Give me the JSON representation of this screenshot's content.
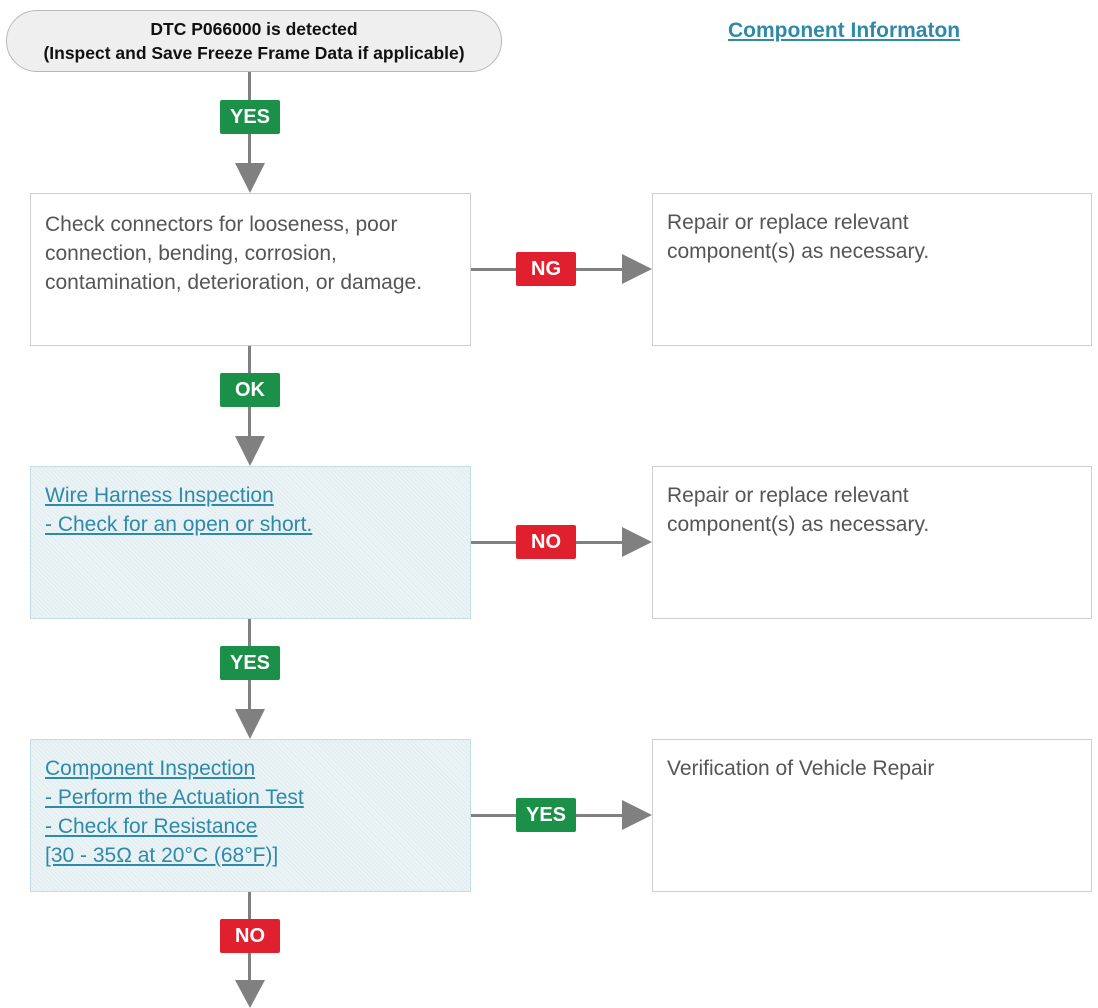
{
  "start": {
    "line1": "DTC P066000 is detected",
    "line2": "(Inspect and Save Freeze Frame Data if applicable)"
  },
  "component_info_link": "Component Informaton",
  "steps": {
    "step1": {
      "lines": [
        "Check connectors for looseness, poor",
        "connection, bending, corrosion,",
        "contamination, deterioration, or damage."
      ]
    },
    "step2": {
      "lines": [
        "Wire Harness Inspection ",
        "- Check for an open or short."
      ]
    },
    "step3": {
      "lines": [
        "Component Inspection",
        "- Perform the Actuation Test",
        "- Check for Resistance",
        "[30 - 35Ω at 20°C (68°F)]"
      ]
    }
  },
  "results": {
    "result1": {
      "lines": [
        "Repair or replace relevant",
        "component(s) as necessary."
      ]
    },
    "result2": {
      "lines": [
        "Repair or replace relevant",
        "component(s) as necessary."
      ]
    },
    "result3": {
      "lines": [
        "Verification of Vehicle Repair"
      ]
    }
  },
  "labels": {
    "start_yes": "YES",
    "step1_ng": "NG",
    "step1_ok": "OK",
    "step2_no": "NO",
    "step2_yes": "YES",
    "step3_yes": "YES",
    "step3_no": "NO"
  },
  "colors": {
    "green": "#1a9049",
    "red": "#e0202e",
    "link": "#2e8aa8",
    "connector": "#808080"
  }
}
